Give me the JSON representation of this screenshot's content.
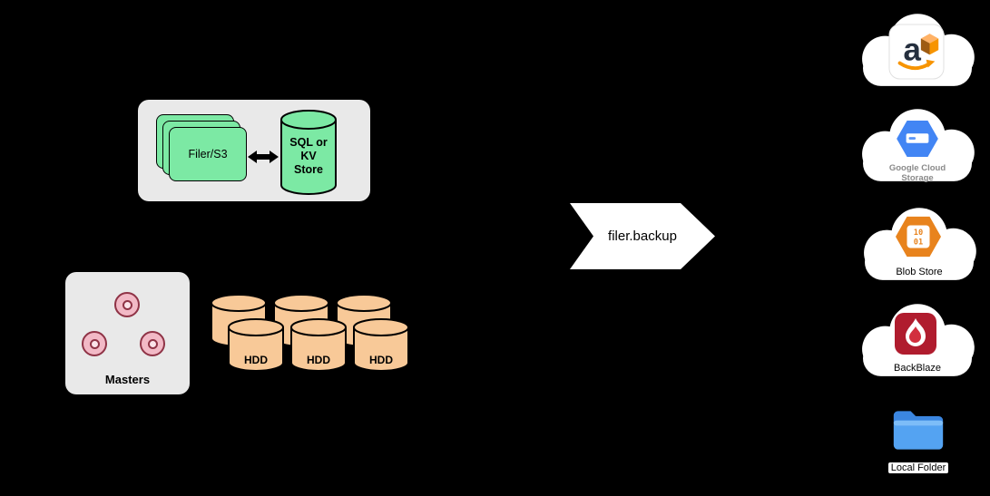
{
  "filer_group": {
    "filer_label": "Filer/S3",
    "store_label_lines": [
      "SQL or",
      "KV",
      "Store"
    ]
  },
  "masters": {
    "label": "Masters"
  },
  "volumes": {
    "hdd_labels": [
      "HDD",
      "HDD",
      "HDD"
    ]
  },
  "backup_arrow": {
    "label": "filer.backup"
  },
  "destinations": {
    "aws": {
      "icon": "aws-logo",
      "letter": "a"
    },
    "google_cloud": {
      "icon": "google-cloud-storage-hexagon",
      "label_lines": [
        "Google Cloud",
        "Storage"
      ]
    },
    "azure_blob": {
      "icon": "azure-blob-hexagon",
      "icon_digits": [
        "10",
        "01"
      ],
      "label": "Blob Store"
    },
    "backblaze": {
      "icon": "backblaze-flame",
      "label": "BackBlaze"
    },
    "local_folder": {
      "icon": "blue-folder",
      "label": "Local Folder"
    }
  },
  "colors": {
    "background": "#000000",
    "panel_gray": "#e9e9e9",
    "node_green": "#7ce9a4",
    "cylinder_peach": "#f8c998",
    "donut_pink": "#f2b9c6",
    "donut_border": "#8f3346",
    "arrow_white": "#ffffff",
    "gcs_blue": "#4285f4",
    "azure_orange": "#e8831d",
    "backblaze_red": "#b01c2e",
    "folder_blue": "#54a3f2"
  }
}
